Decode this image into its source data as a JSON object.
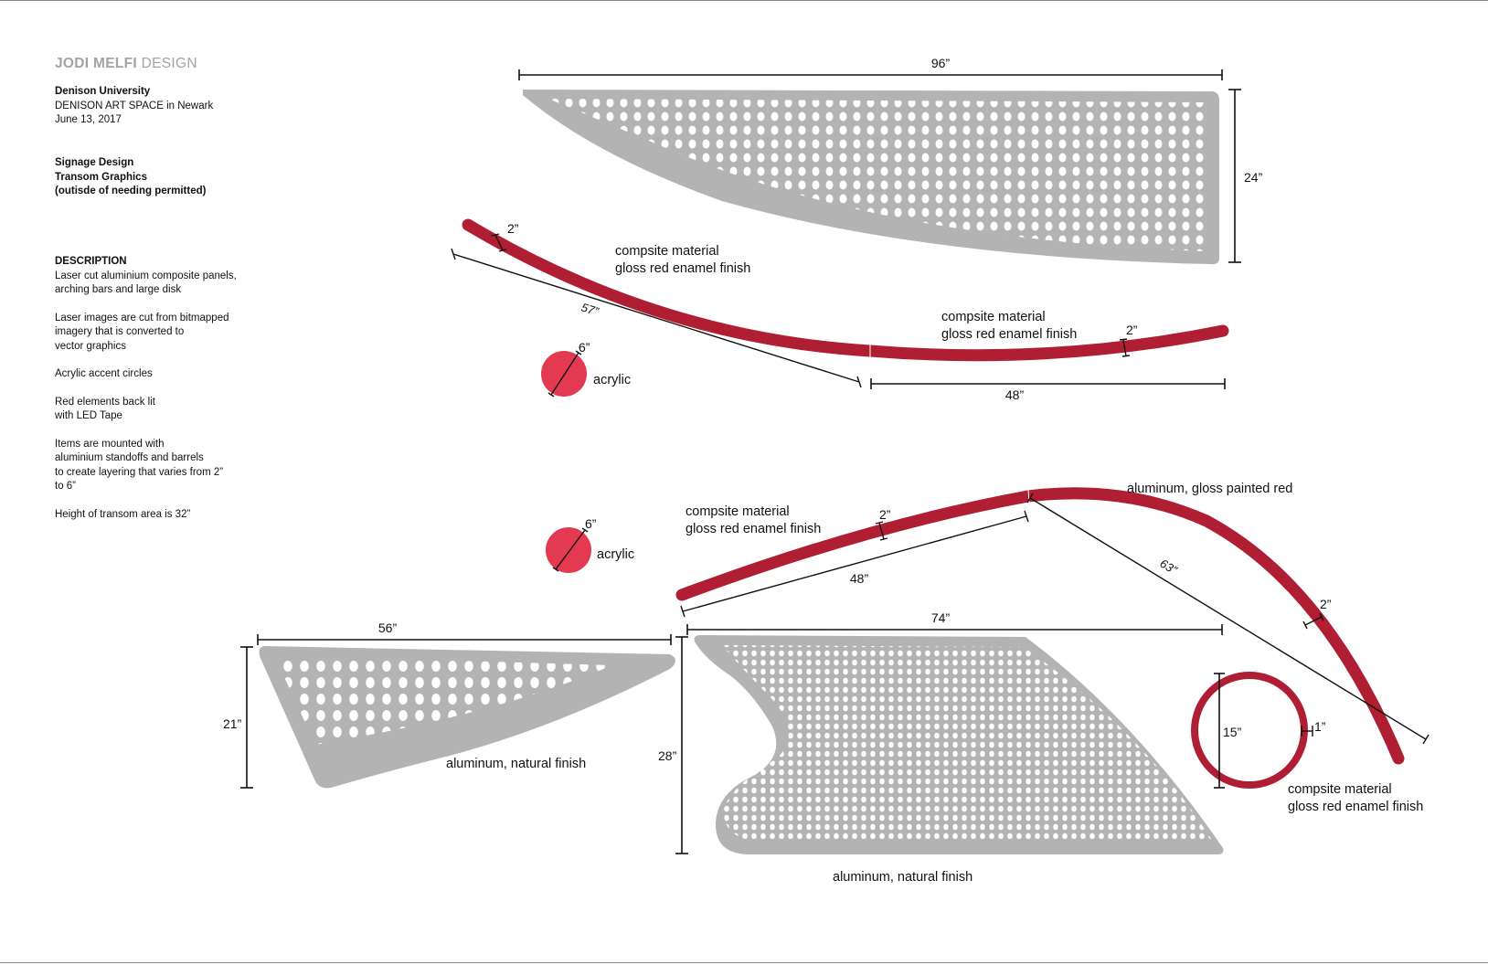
{
  "header": {
    "brand_bold": "JODI MELFI",
    "brand_light": " DESIGN"
  },
  "project": {
    "client": "Denison University",
    "venue": "DENISON ART SPACE in Newark",
    "date": "June 13, 2017"
  },
  "scope": {
    "line1": "Signage Design",
    "line2": "Transom  Graphics",
    "line3": "(outisde of needing permitted)"
  },
  "description": {
    "heading": "DESCRIPTION",
    "p1": [
      "Laser cut aluminium composite panels,",
      "arching bars and large disk"
    ],
    "p2": [
      "Laser images are cut from bitmapped",
      "imagery that is converted to",
      "vector graphics"
    ],
    "p3": [
      "Acrylic accent circles"
    ],
    "p4": [
      "Red elements back lit",
      "with LED Tape"
    ],
    "p5": [
      "Items are mounted with",
      "aluminium standoffs and barrels",
      "to create layering that varies from 2”",
      "to 6”"
    ],
    "p6": [
      "Height of transom area is 32”"
    ]
  },
  "colors": {
    "panel_gray": "#b3b3b3",
    "bar_red": "#b01e34",
    "acrylic_red": "#e33a52",
    "dimension_black": "#111111"
  },
  "top_group": {
    "panel_width": "96”",
    "panel_height": "24”",
    "arc_left_label": [
      "compsite material",
      "gloss red enamel finish"
    ],
    "arc_left_thickness": "2”",
    "arc_left_length": "57”",
    "arc_right_label": [
      "compsite material",
      "gloss red enamel finish"
    ],
    "arc_right_thickness": "2”",
    "arc_right_length": "48”",
    "circle_diameter": "6”",
    "circle_label": "acrylic"
  },
  "bottom_group": {
    "circle_diameter": "6”",
    "circle_label": "acrylic",
    "arc_left_label": [
      "compsite material",
      "gloss red enamel finish"
    ],
    "arc_left_thickness": "2”",
    "arc_left_length": "48”",
    "arc_right_label": "aluminum, gloss painted red",
    "arc_right_length": "63”",
    "arc_right_thickness": "2”",
    "small_panel_width": "56”",
    "small_panel_height": "21”",
    "small_panel_label": "aluminum, natural finish",
    "large_panel_width": "74”",
    "large_panel_height": "28”",
    "large_panel_label": "aluminum, natural finish",
    "ring_diameter": "15”",
    "ring_thickness": "1”",
    "ring_label": [
      "compsite material",
      "gloss red enamel finish"
    ]
  }
}
